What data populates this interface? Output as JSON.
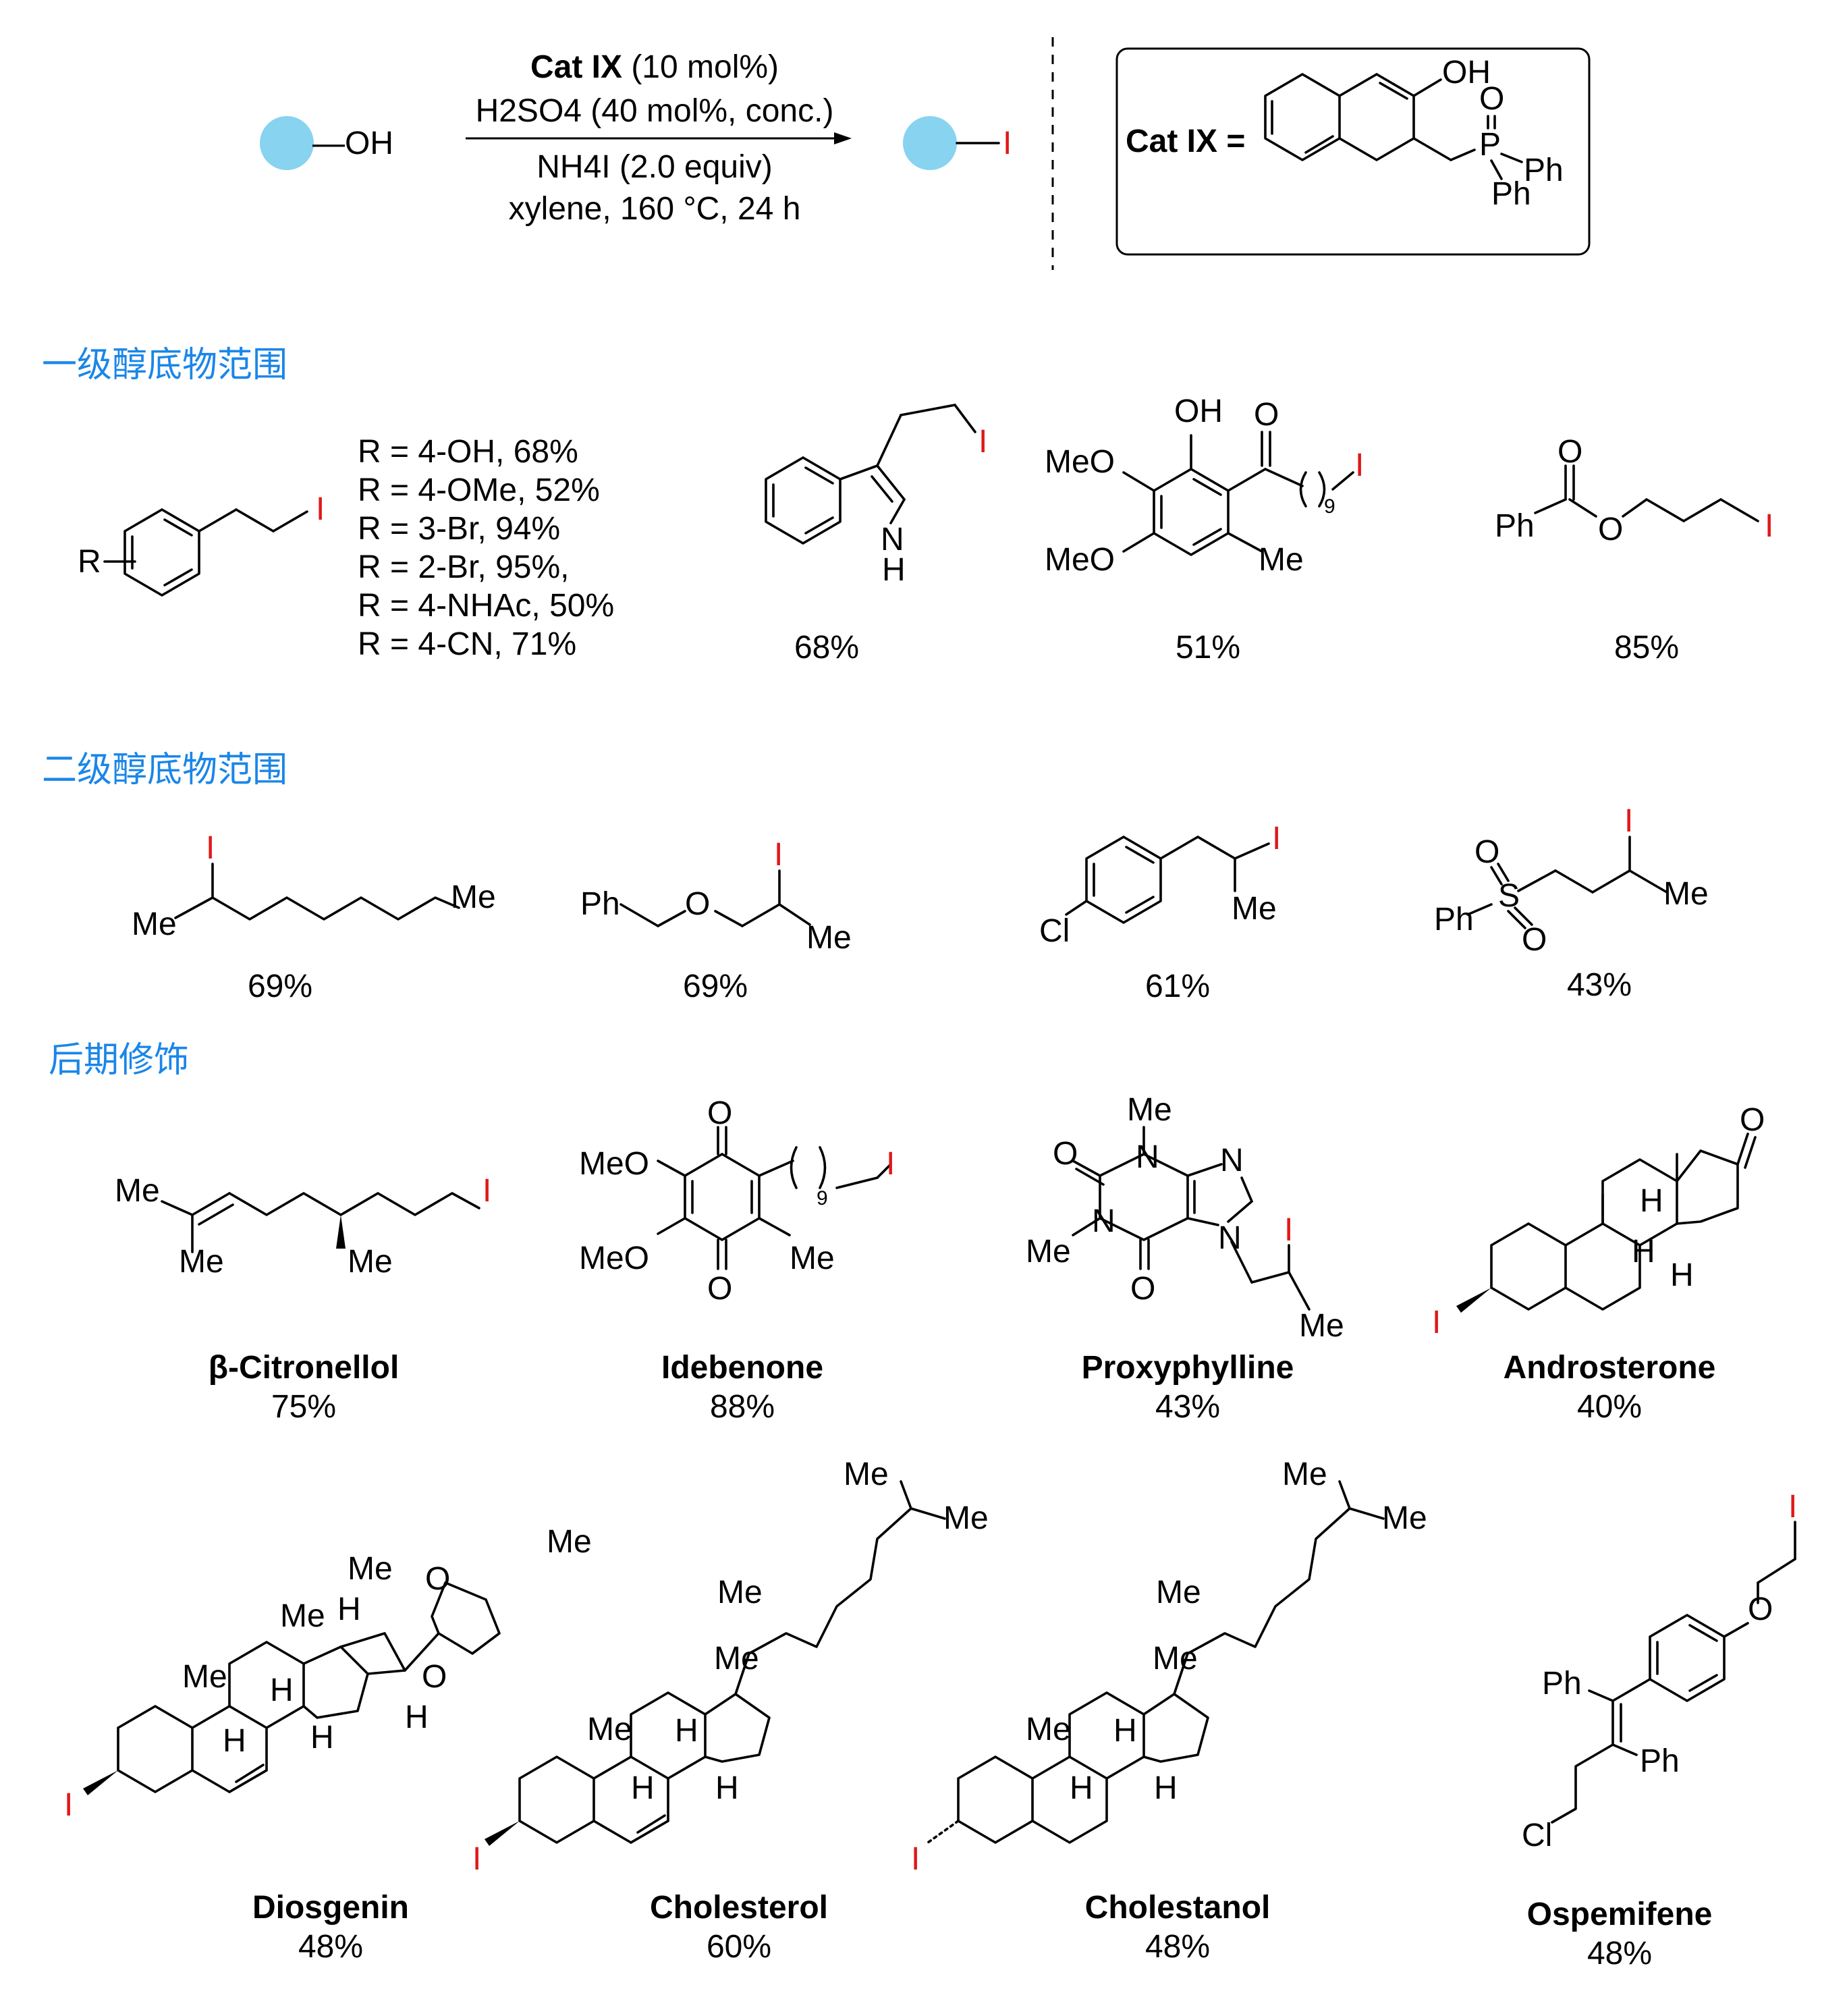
{
  "scheme": {
    "substrate_oh": "—OH",
    "product_i": "I",
    "cond1_bold": "Cat IX",
    "cond1_rest": " (10 mol%)",
    "cond2": "H2SO4 (40 mol%, conc.)",
    "cond3": "NH4I (2.0 equiv)",
    "cond4": "xylene, 160 °C, 24 h",
    "cat_label": "Cat IX =",
    "cat_atoms": {
      "oh": "OH",
      "o": "O",
      "p": "P",
      "ph1": "Ph",
      "ph2": "Ph"
    },
    "sphere_color": "#87d3f0"
  },
  "sections": {
    "primary": "一级醇底物范围",
    "secondary": "二级醇底物范围",
    "late": "后期修饰"
  },
  "primary": {
    "r_list": [
      "R = 4-OH, 68%",
      "R = 4-OMe, 52%",
      "R = 3-Br, 94%",
      "R = 2-Br, 95%,",
      "R = 4-NHAc, 50%",
      "R = 4-CN, 71%"
    ],
    "yields": [
      "68%",
      "51%",
      "85%"
    ]
  },
  "secondary": {
    "yields": [
      "69%",
      "69%",
      "61%",
      "43%"
    ]
  },
  "late": {
    "row1": [
      {
        "name": "β-Citronellol",
        "yield": "75%"
      },
      {
        "name": "Idebenone",
        "yield": "88%"
      },
      {
        "name": "Proxyphylline",
        "yield": "43%"
      },
      {
        "name": "Androsterone",
        "yield": "40%"
      }
    ],
    "row2": [
      {
        "name": "Diosgenin",
        "yield": "48%"
      },
      {
        "name": "Cholesterol",
        "yield": "60%"
      },
      {
        "name": "Cholestanol",
        "yield": "48%"
      },
      {
        "name": "Ospemifene",
        "yield": "48%"
      }
    ]
  },
  "labels": {
    "R": "R",
    "I": "I",
    "Me": "Me",
    "MeO": "MeO",
    "OH": "OH",
    "O": "O",
    "N": "N",
    "NH_N": "N",
    "NH_H": "H",
    "H": "H",
    "Ph": "Ph",
    "S": "S",
    "Cl": "Cl",
    "sub9": "9"
  },
  "colors": {
    "accent_text": "#1a86e8",
    "iodine": "#e01818"
  }
}
